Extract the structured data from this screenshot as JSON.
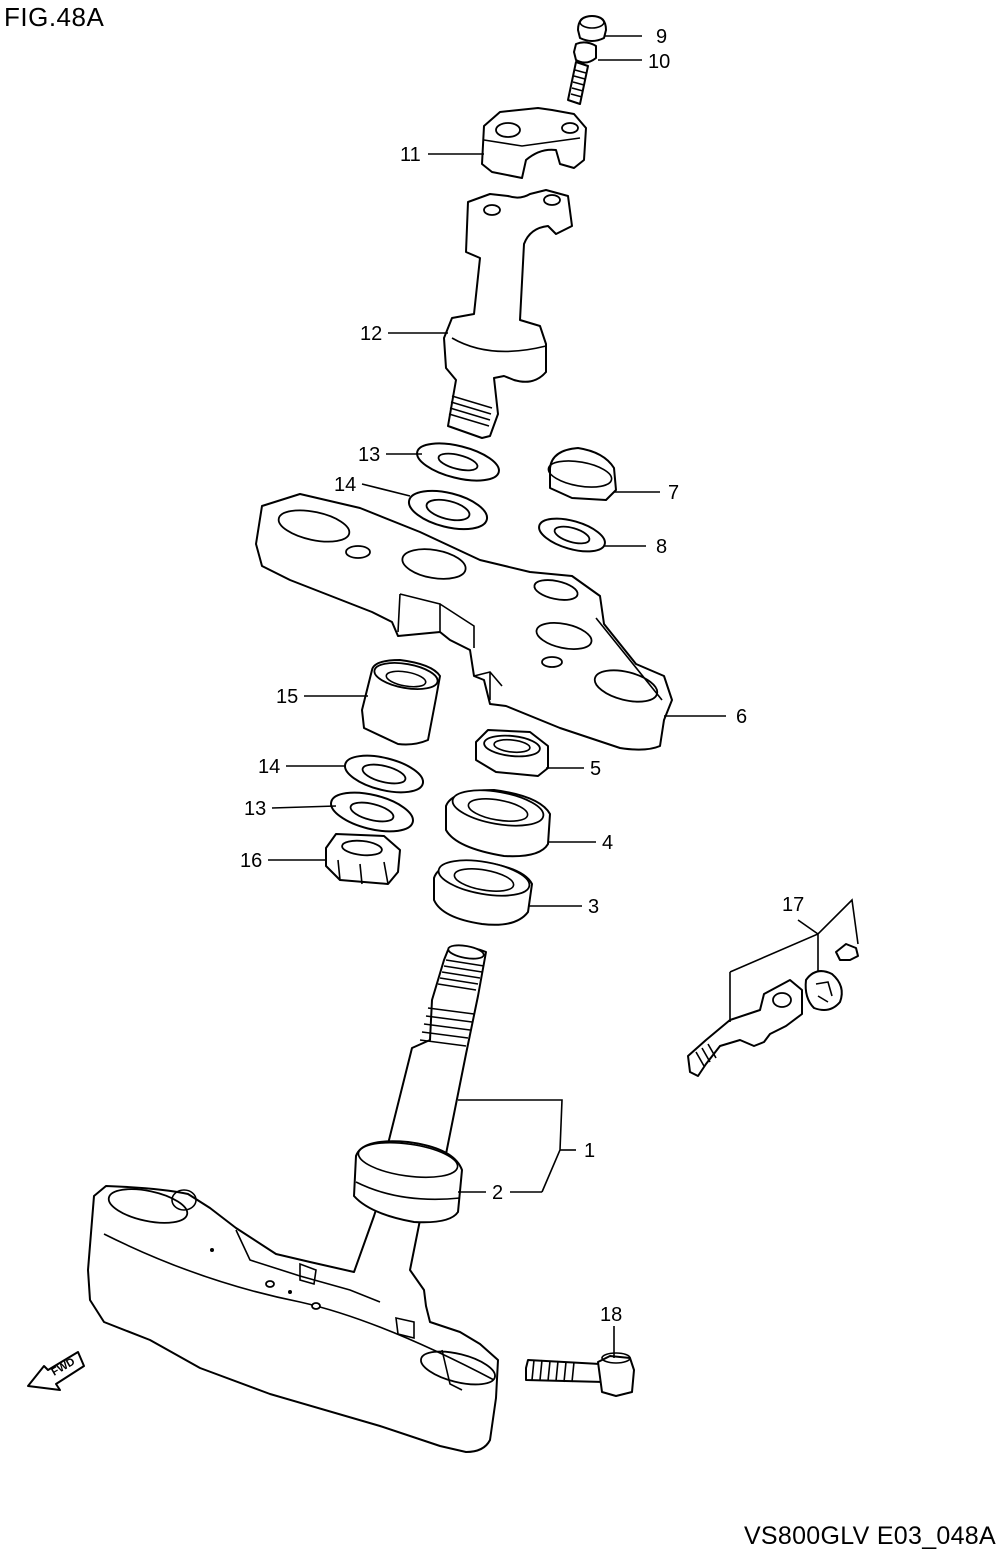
{
  "figure": {
    "title": "FIG.48A",
    "code": "VS800GLV E03_048A"
  },
  "fwd_label": "FWD",
  "callouts": [
    "1",
    "2",
    "3",
    "4",
    "5",
    "6",
    "7",
    "8",
    "9",
    "10",
    "11",
    "12",
    "13",
    "14",
    "14",
    "13",
    "15",
    "16",
    "17",
    "18"
  ],
  "parts": [
    {
      "no": "1",
      "icon": "steering-stem-icon"
    },
    {
      "no": "2",
      "icon": "dust-seal-icon"
    },
    {
      "no": "3",
      "icon": "bearing-icon"
    },
    {
      "no": "4",
      "icon": "bearing-race-icon"
    },
    {
      "no": "5",
      "icon": "stem-nut-icon"
    },
    {
      "no": "6",
      "icon": "upper-bracket-icon"
    },
    {
      "no": "7",
      "icon": "cap-nut-icon"
    },
    {
      "no": "8",
      "icon": "washer-icon"
    },
    {
      "no": "9",
      "icon": "cap-icon"
    },
    {
      "no": "10",
      "icon": "bolt-icon"
    },
    {
      "no": "11",
      "icon": "handlebar-clamp-icon"
    },
    {
      "no": "12",
      "icon": "handlebar-holder-icon"
    },
    {
      "no": "13",
      "icon": "washer-icon"
    },
    {
      "no": "14",
      "icon": "washer-icon"
    },
    {
      "no": "15",
      "icon": "cushion-icon"
    },
    {
      "no": "16",
      "icon": "nut-icon"
    },
    {
      "no": "17",
      "icon": "steering-lock-icon"
    },
    {
      "no": "18",
      "icon": "bolt-icon"
    }
  ]
}
